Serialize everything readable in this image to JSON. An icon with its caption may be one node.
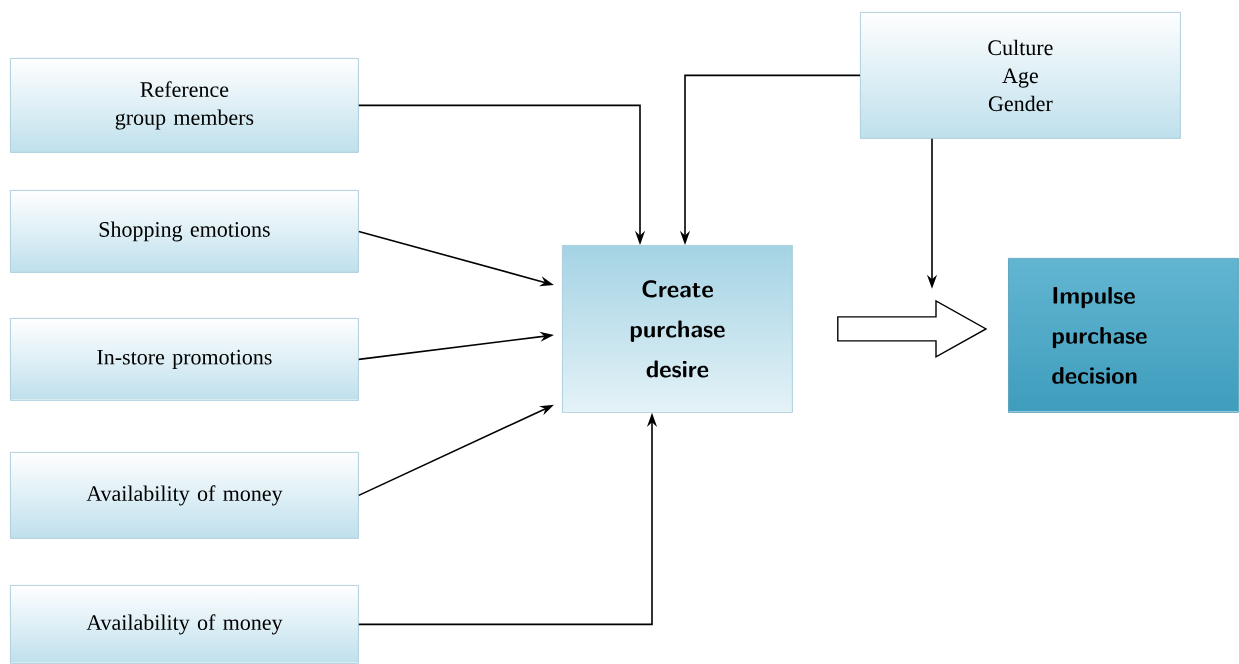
{
  "diagram": {
    "nodes": [
      {
        "text": [
          "Reference group members"
        ]
      },
      {
        "text": [
          "Shopping emotions"
        ]
      },
      {
        "text": [
          "In-store promotions"
        ]
      },
      {
        "text": [
          "Availability of money"
        ]
      },
      {
        "text": [
          "Availability of money"
        ]
      },
      {
        "text": [
          "Culture Age Gender"
        ]
      },
      {
        "text": [
          "Create purchase desire"
        ]
      },
      {
        "text": [
          "Impulse purchase decision"
        ]
      }
    ],
    "edges": [
      {
        "from": 0,
        "to": 6,
        "arrow": "to"
      },
      {
        "from": 5,
        "to": 6,
        "arrow": "to"
      },
      {
        "from": 1,
        "to": 6,
        "arrow": "to"
      },
      {
        "from": 2,
        "to": 6,
        "arrow": "to"
      },
      {
        "from": 3,
        "to": 6,
        "arrow": "to"
      },
      {
        "from": 4,
        "to": 6,
        "arrow": "to"
      },
      {
        "from": 5,
        "to": null,
        "arrow": "to"
      },
      {
        "from": 6,
        "to": 7,
        "arrow": "to",
        "style": "thick"
      }
    ]
  }
}
